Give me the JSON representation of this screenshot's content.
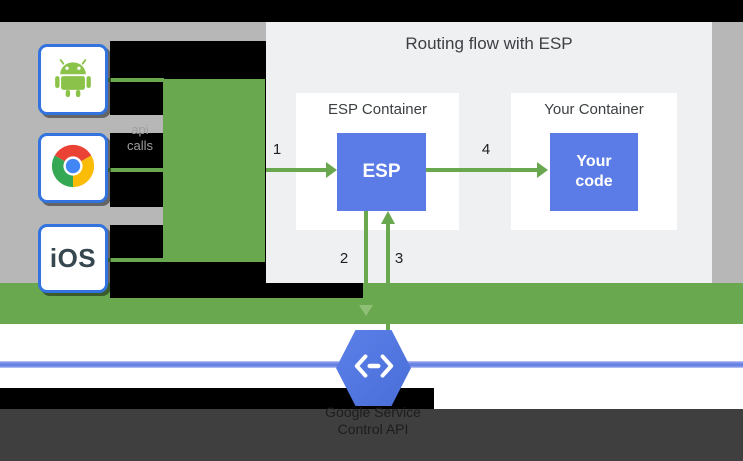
{
  "diagram": {
    "title": "Routing flow with ESP",
    "clients": {
      "android_icon": "android-robot",
      "chrome_icon": "chrome-browser",
      "ios_label": "iOS",
      "api_calls_label": "api calls"
    },
    "esp_container": {
      "label": "ESP Container",
      "box_label": "ESP"
    },
    "your_container": {
      "label": "Your Container",
      "box_label": "Your code"
    },
    "steps": [
      "1",
      "2",
      "3",
      "4"
    ],
    "service": {
      "icon": "cloud-endpoints-hexagon",
      "line1": "Google Service",
      "line2": "Control API"
    },
    "colors": {
      "green": "#6aa84f",
      "light_green_arrow": "#8fbf75",
      "blue_box": "#5b7ce6",
      "gray_panel": "#b7b7b7",
      "panel_bg": "#eff0f2",
      "device_border_blue": "#3273e0",
      "bottom_bar": "#3f3f3f",
      "blue_line": "#6e87e6",
      "hexagon_blue": "#5174dd"
    }
  }
}
